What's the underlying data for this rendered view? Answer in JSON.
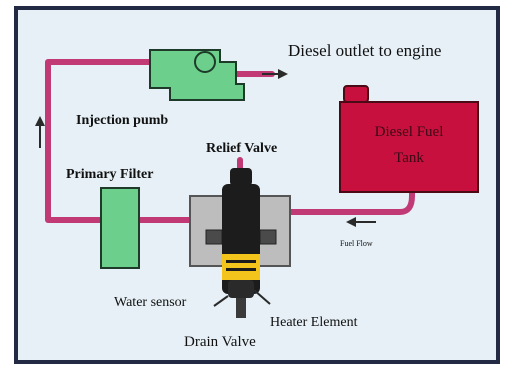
{
  "labels": {
    "outlet": "Diesel outlet to engine",
    "injection_pump": "Injection pumb",
    "relief_valve": "Relief Valve",
    "tank_line1": "Diesel Fuel",
    "tank_line2": "Tank",
    "primary_filter": "Primary Filter",
    "fuel_flow": "Fuel Flow",
    "water_sensor": "Water sensor",
    "heater_element": "Heater Element",
    "drain_valve": "Drain Valve"
  },
  "colors": {
    "background_panel": "#e6f0f6",
    "frame": "#222a44",
    "fuel_line": "#c23a75",
    "pump_filter_green": "#6ccf8c",
    "tank_fill": "#c8103f",
    "tank_text": "#3b0a14",
    "housing_gray": "#bdbdbd",
    "separator_dark": "#1c1c1c",
    "separator_yellow": "#f2c41c",
    "arrow": "#2a2a2a"
  },
  "icons": {
    "flow_arrow_up": "arrow-up-icon",
    "flow_arrow_left": "arrow-left-icon",
    "flow_arrow_right": "arrow-right-icon"
  }
}
